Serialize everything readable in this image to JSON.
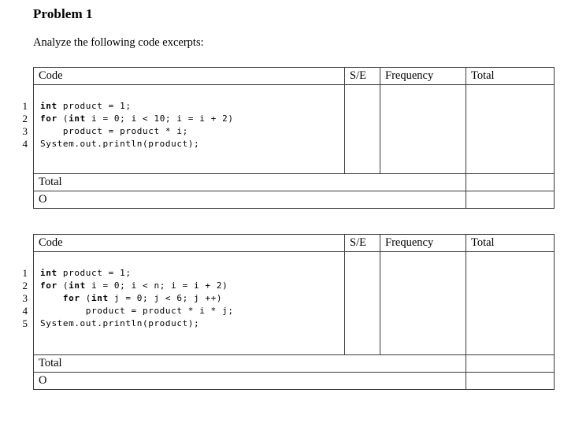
{
  "document": {
    "title": "Problem 1",
    "intro": "Analyze the following code excerpts:"
  },
  "table_headers": {
    "code": "Code",
    "se": "S/E",
    "frequency": "Frequency",
    "total": "Total"
  },
  "footer_labels": {
    "total": "Total",
    "big_o": "O"
  },
  "excerpts": [
    {
      "id": "excerpt-1",
      "lines": [
        {
          "number": "1",
          "segments": [
            {
              "text": "int",
              "bold": true
            },
            {
              "text": " product = 1;",
              "bold": false
            }
          ]
        },
        {
          "number": "2",
          "segments": [
            {
              "text": "for",
              "bold": true
            },
            {
              "text": " (",
              "bold": false
            },
            {
              "text": "int",
              "bold": true
            },
            {
              "text": " i = 0; i < 10; i = i + 2)",
              "bold": false
            }
          ]
        },
        {
          "number": "3",
          "segments": [
            {
              "text": "    product = product * i;",
              "bold": false
            }
          ]
        },
        {
          "number": "4",
          "segments": [
            {
              "text": "System.out.println(product);",
              "bold": false
            }
          ]
        }
      ]
    },
    {
      "id": "excerpt-2",
      "lines": [
        {
          "number": "1",
          "segments": [
            {
              "text": "int",
              "bold": true
            },
            {
              "text": " product = 1;",
              "bold": false
            }
          ]
        },
        {
          "number": "2",
          "segments": [
            {
              "text": "for",
              "bold": true
            },
            {
              "text": " (",
              "bold": false
            },
            {
              "text": "int",
              "bold": true
            },
            {
              "text": " i = 0; i < n; i = i + 2)",
              "bold": false
            }
          ]
        },
        {
          "number": "3",
          "segments": [
            {
              "text": "    ",
              "bold": false
            },
            {
              "text": "for",
              "bold": true
            },
            {
              "text": " (",
              "bold": false
            },
            {
              "text": "int",
              "bold": true
            },
            {
              "text": " j = 0; j < 6; j ++)",
              "bold": false
            }
          ]
        },
        {
          "number": "4",
          "segments": [
            {
              "text": "        product = product * i * j;",
              "bold": false
            }
          ]
        },
        {
          "number": "5",
          "segments": [
            {
              "text": "System.out.println(product);",
              "bold": false
            }
          ]
        }
      ]
    }
  ],
  "colors": {
    "border": "#3a3a3a",
    "text": "#000000",
    "background": "#ffffff"
  }
}
